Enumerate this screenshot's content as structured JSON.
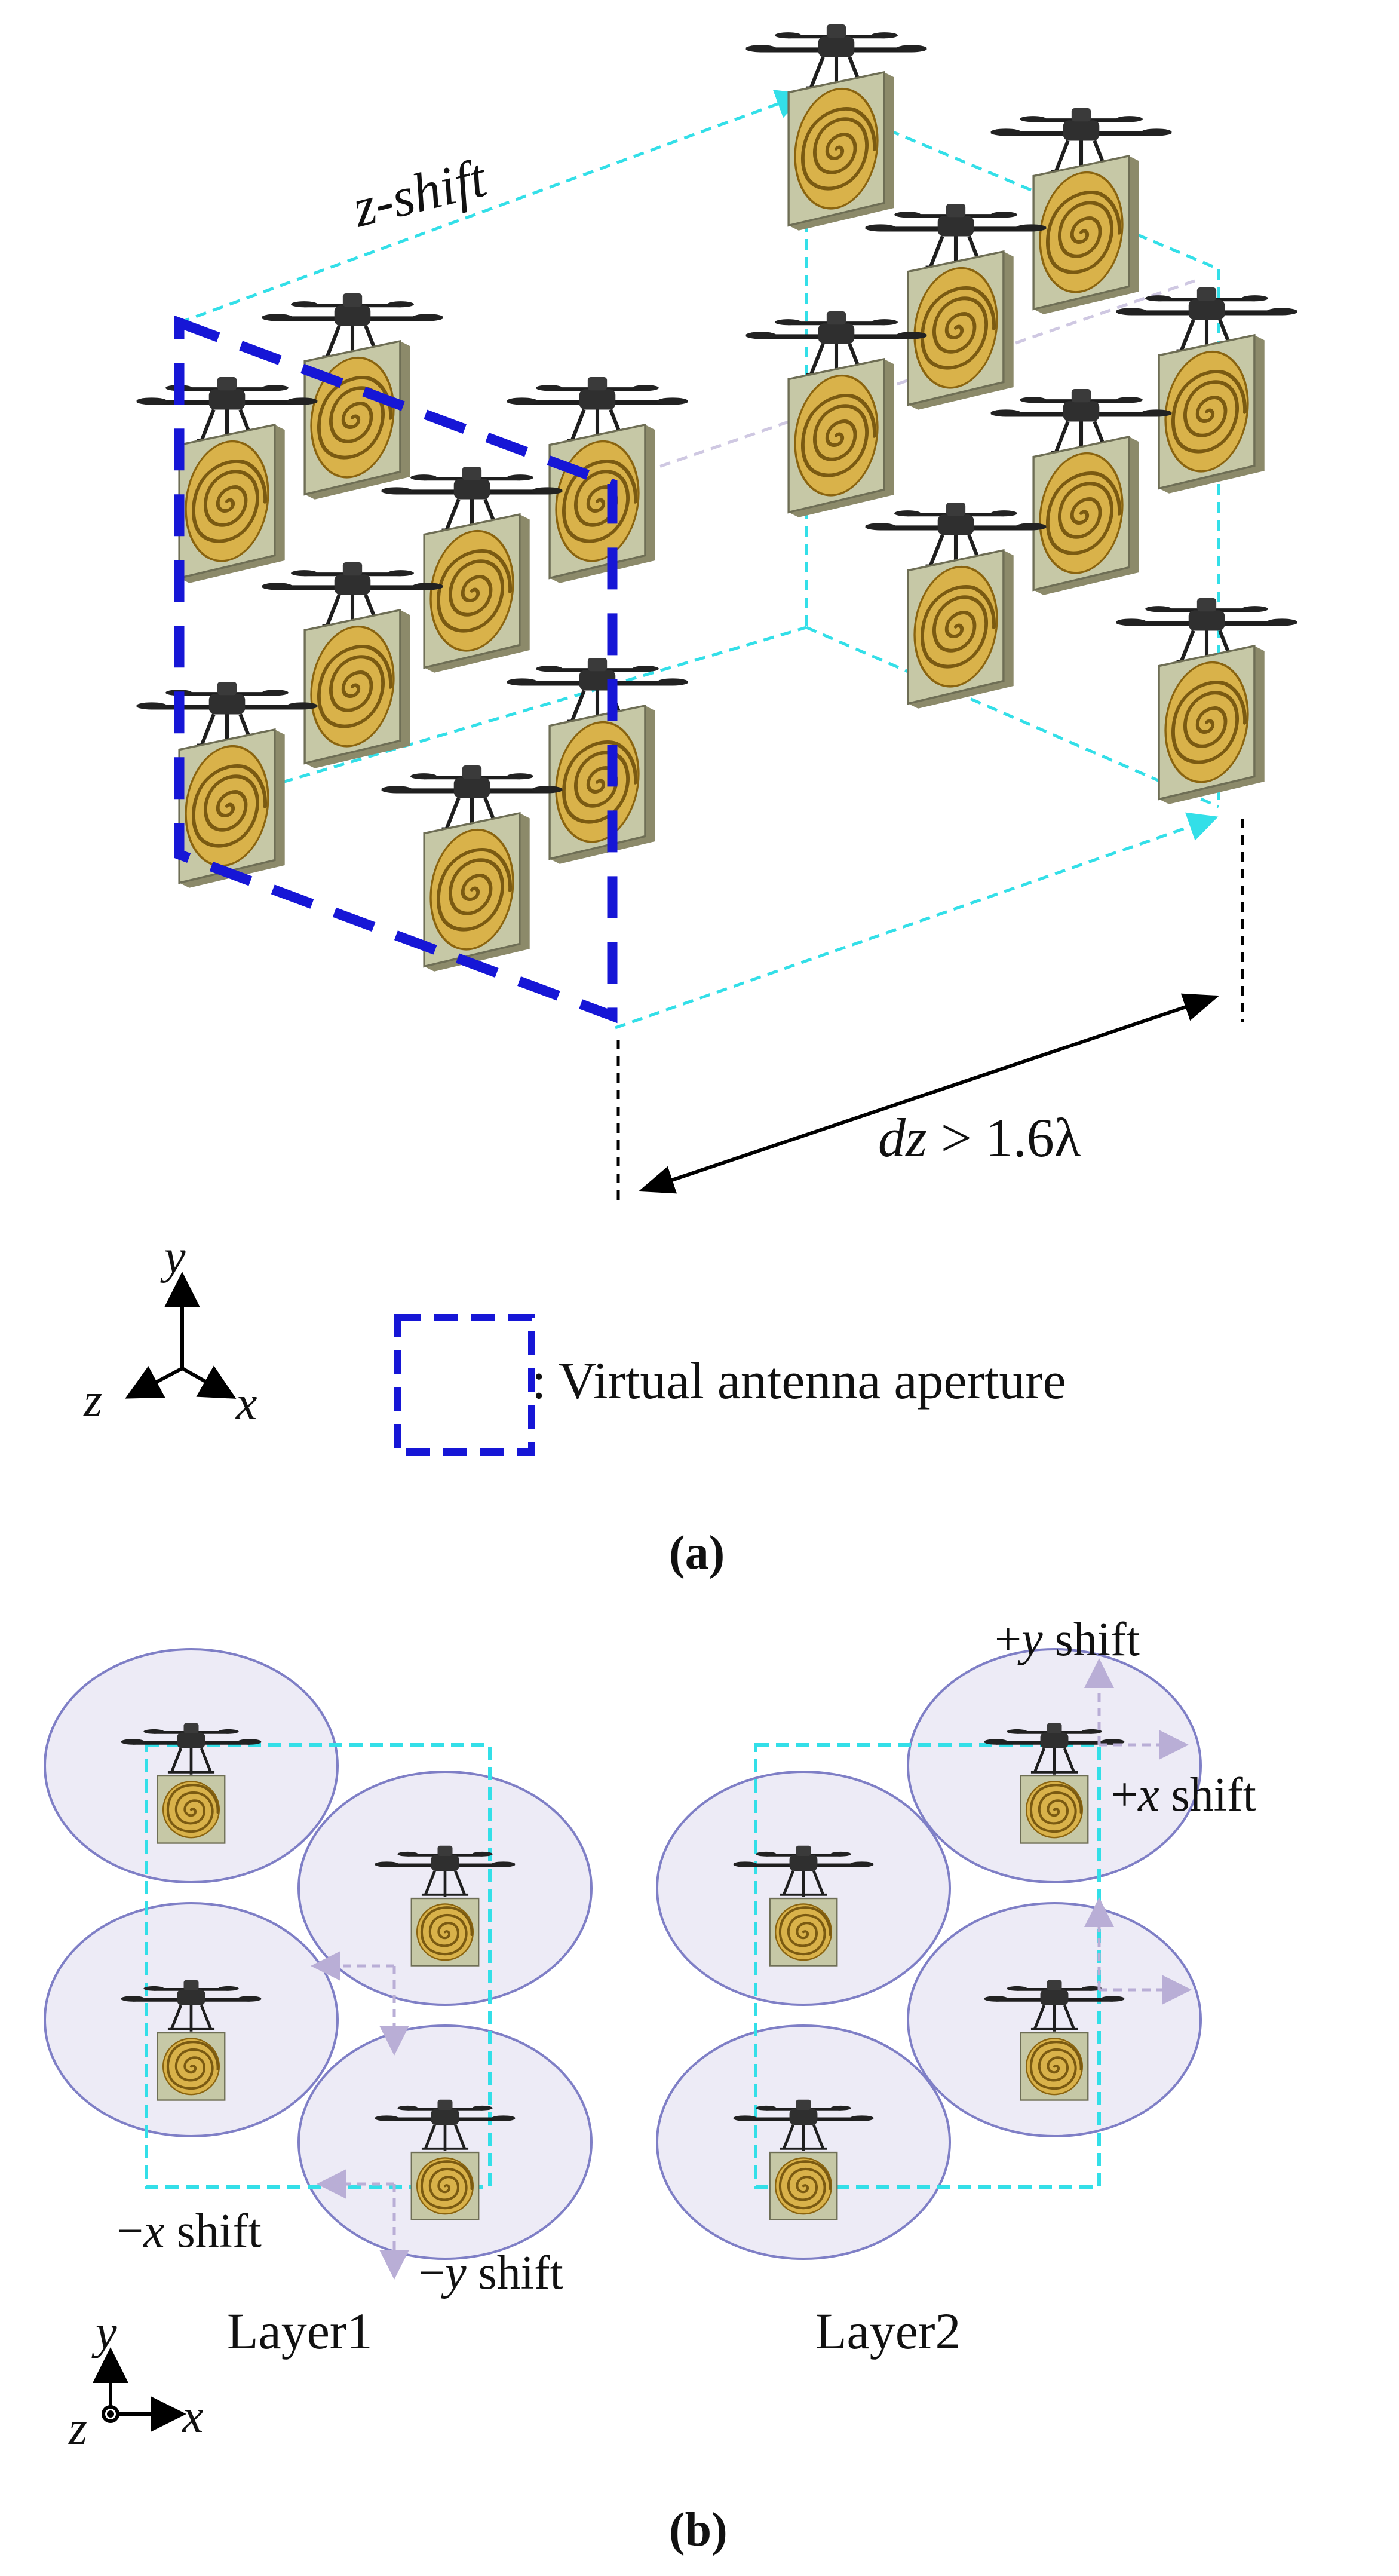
{
  "panel_a": {
    "z_shift_label": "z-shift",
    "dz_var": "dz",
    "dz_rest": " > 1.6λ",
    "axes": {
      "y": "y",
      "z": "z",
      "x": "x"
    },
    "legend_text": ": Virtual antenna aperture",
    "caption": "(a)"
  },
  "panel_b": {
    "plus_y_shift": {
      "sign": "+",
      "var": "y",
      "word": " shift"
    },
    "plus_x_shift": {
      "sign": "+",
      "var": "x",
      "word": " shift"
    },
    "minus_x_shift": {
      "sign": "−",
      "var": "x",
      "word": " shift"
    },
    "minus_y_shift": {
      "sign": "−",
      "var": "y",
      "word": " shift"
    },
    "layer1": "Layer1",
    "layer2": "Layer2",
    "axes": {
      "y": "y",
      "z": "z",
      "x": "x"
    },
    "caption": "(b)"
  },
  "colors": {
    "aperture_blue": "#1616d6",
    "cyan_dash": "#33dfe8",
    "shift_arrow": "#b9aed6",
    "coverage_fill": "#eae8f4",
    "coverage_stroke": "#7f7fc6",
    "antenna_plate": "#c6c8a6",
    "spiral_gold": "#b8860b",
    "drone_body": "#2b2b2b"
  },
  "icons": [
    "drone-icon",
    "spiral-antenna-icon"
  ]
}
